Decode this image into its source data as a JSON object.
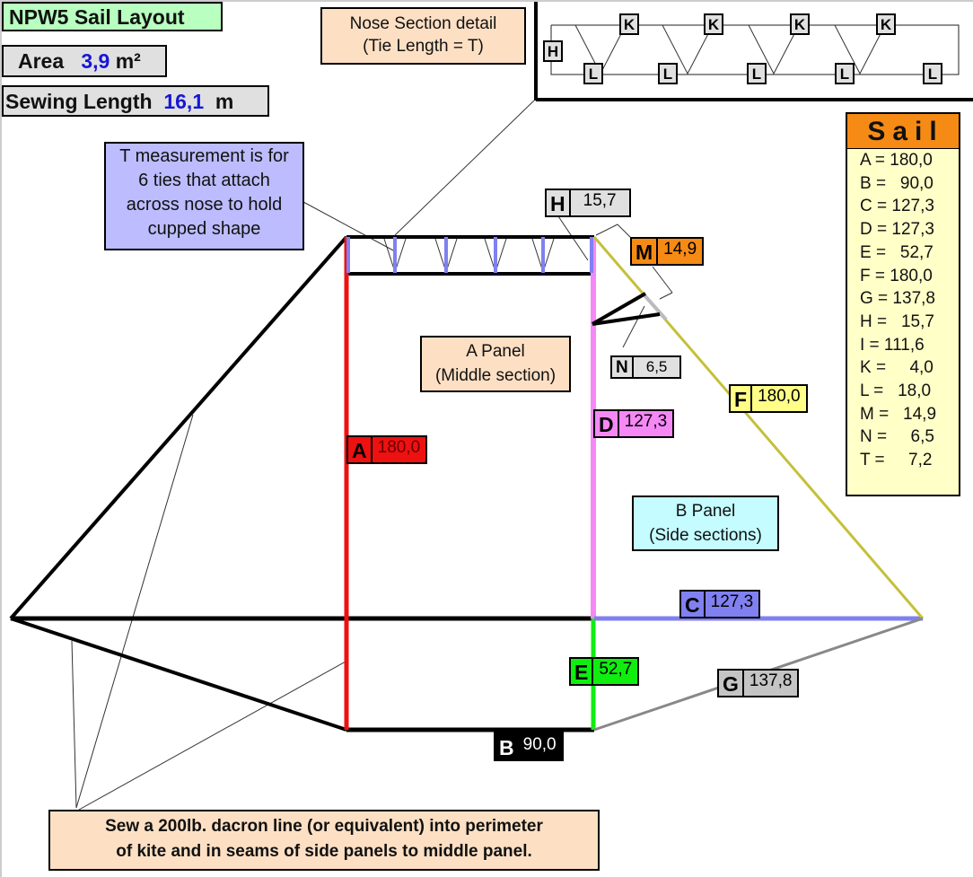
{
  "header": {
    "title": "NPW5 Sail Layout",
    "area_label": "Area",
    "area_value": "3,9",
    "area_unit": "m²",
    "sewing_label": "Sewing Length",
    "sewing_value": "16,1",
    "sewing_unit": "m"
  },
  "nose_detail": {
    "title_line1": "Nose Section detail",
    "title_line2": "(Tie Length = T)",
    "h_label": "H",
    "k_labels": [
      "K",
      "K",
      "K",
      "K"
    ],
    "l_labels": [
      "L",
      "L",
      "L",
      "L",
      "L"
    ]
  },
  "notes": {
    "t_measurement": [
      "T measurement is for",
      "6 ties that attach",
      "across nose to hold",
      "cupped shape"
    ],
    "a_panel": [
      "A Panel",
      "(Middle section)"
    ],
    "b_panel": [
      "B Panel",
      "(Side sections)"
    ],
    "sew_line": [
      "Sew a 200lb. dacron line (or equivalent) into perimeter",
      "of kite and in seams of side panels to middle panel."
    ]
  },
  "dimension_tags": [
    {
      "key": "A",
      "value": "180,0",
      "color": "#ee1111"
    },
    {
      "key": "B",
      "value": "90,0",
      "color": "#000000"
    },
    {
      "key": "C",
      "value": "127,3",
      "color": "#8080f0"
    },
    {
      "key": "D",
      "value": "127,3",
      "color": "#f688f6"
    },
    {
      "key": "E",
      "value": "52,7",
      "color": "#10ee10"
    },
    {
      "key": "F",
      "value": "180,0",
      "color": "#ffff88"
    },
    {
      "key": "G",
      "value": "137,8",
      "color": "#c4c4c4"
    },
    {
      "key": "H",
      "value": "15,7",
      "color": "#e0e0e0"
    },
    {
      "key": "M",
      "value": "14,9",
      "color": "#f58a14"
    },
    {
      "key": "N",
      "value": "6,5",
      "color": "#e0e0e0"
    }
  ],
  "sail_table": {
    "title": "Sail",
    "rows": [
      {
        "key": "A",
        "value": "180,0"
      },
      {
        "key": "B",
        "value": "90,0"
      },
      {
        "key": "C",
        "value": "127,3"
      },
      {
        "key": "D",
        "value": "127,3"
      },
      {
        "key": "E",
        "value": "52,7"
      },
      {
        "key": "F",
        "value": "180,0"
      },
      {
        "key": "G",
        "value": "137,8"
      },
      {
        "key": "H",
        "value": "15,7"
      },
      {
        "key": "I",
        "value": "111,6"
      },
      {
        "key": "K",
        "value": "4,0"
      },
      {
        "key": "L",
        "value": "18,0"
      },
      {
        "key": "M",
        "value": "14,9"
      },
      {
        "key": "N",
        "value": "6,5"
      },
      {
        "key": "T",
        "value": "7,2"
      }
    ]
  },
  "colors": {
    "seam_a": "#ee1111",
    "seam_d": "#f688f6",
    "seam_e": "#10ee10",
    "edge_c": "#8080f0",
    "edge_f": "#c4c03a",
    "edge_g": "#888888",
    "ties": "#8080f0",
    "outline": "#000000"
  }
}
